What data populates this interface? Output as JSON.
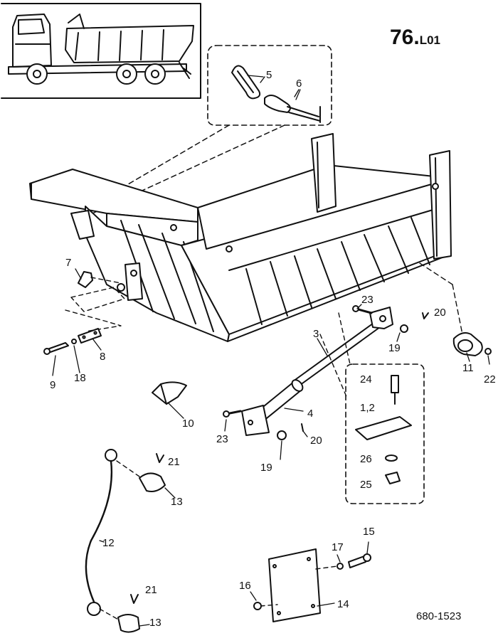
{
  "diagram": {
    "title_number": "76.",
    "title_suffix": "L01",
    "document_number": "680-1523",
    "callouts": [
      {
        "id": "c5",
        "text": "5"
      },
      {
        "id": "c6",
        "text": "6"
      },
      {
        "id": "c7",
        "text": "7"
      },
      {
        "id": "c9",
        "text": "9"
      },
      {
        "id": "c18",
        "text": "18"
      },
      {
        "id": "c8",
        "text": "8"
      },
      {
        "id": "c3",
        "text": "3"
      },
      {
        "id": "c23a",
        "text": "23"
      },
      {
        "id": "c20a",
        "text": "20"
      },
      {
        "id": "c19a",
        "text": "19"
      },
      {
        "id": "c11",
        "text": "11"
      },
      {
        "id": "c22",
        "text": "22"
      },
      {
        "id": "c24",
        "text": "24"
      },
      {
        "id": "c12b",
        "text": "1,2"
      },
      {
        "id": "c26",
        "text": "26"
      },
      {
        "id": "c25",
        "text": "25"
      },
      {
        "id": "c10",
        "text": "10"
      },
      {
        "id": "c4",
        "text": "4"
      },
      {
        "id": "c23b",
        "text": "23"
      },
      {
        "id": "c20b",
        "text": "20"
      },
      {
        "id": "c19b",
        "text": "19"
      },
      {
        "id": "c21a",
        "text": "21"
      },
      {
        "id": "c13a",
        "text": "13"
      },
      {
        "id": "c12",
        "text": "12"
      },
      {
        "id": "c21b",
        "text": "21"
      },
      {
        "id": "c13b",
        "text": "13"
      },
      {
        "id": "c15",
        "text": "15"
      },
      {
        "id": "c17",
        "text": "17"
      },
      {
        "id": "c16",
        "text": "16"
      },
      {
        "id": "c14",
        "text": "14"
      }
    ]
  }
}
